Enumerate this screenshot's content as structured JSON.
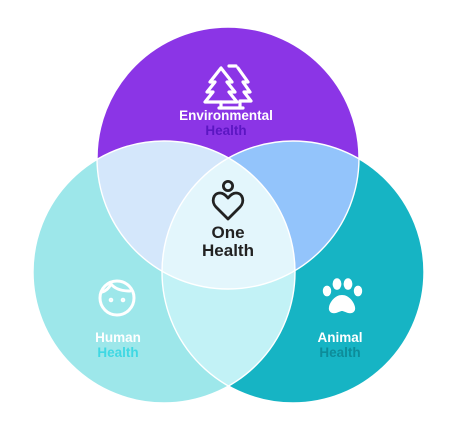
{
  "diagram": {
    "center": {
      "line1": "One",
      "line2": "Health",
      "icon": "person-heart-icon"
    },
    "environmental": {
      "line1": "Environmental",
      "line2": "Health",
      "icon": "trees-icon"
    },
    "human": {
      "line1": "Human",
      "line2": "Health",
      "icon": "face-icon"
    },
    "animal": {
      "line1": "Animal",
      "line2": "Health",
      "icon": "paw-icon"
    }
  },
  "colors": {
    "environmental": "#8b35e6",
    "human": "#9de7ea",
    "animal": "#16b4c4",
    "env_human_overlap": "#d4e7fb",
    "env_animal_overlap": "#93c4fb",
    "human_animal_overlap": "#c2f2f6",
    "center": "#e3f6fc",
    "dark_text": "#222222",
    "env_secondary": "#5b16c2",
    "human_secondary": "#3fd8e3",
    "animal_secondary": "#0d8c99"
  }
}
